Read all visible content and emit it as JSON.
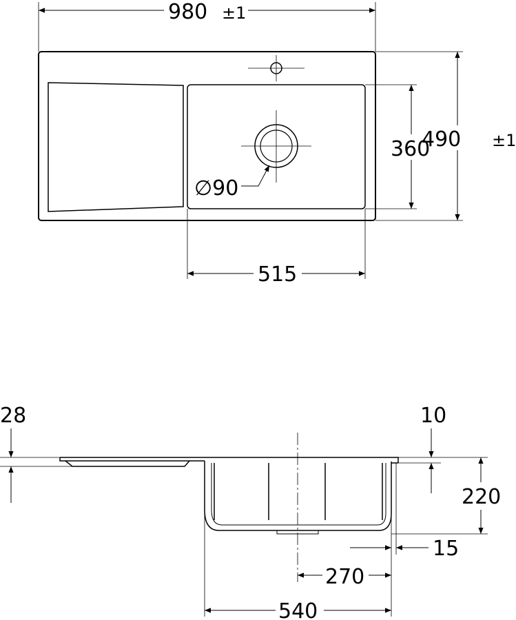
{
  "top_view": {
    "overall_width": "980",
    "overall_width_tol": "±1",
    "overall_depth": "490",
    "overall_depth_tol": "±1",
    "bowl_depth": "360",
    "bowl_width": "515",
    "drain_diameter": "∅90"
  },
  "side_view": {
    "rim_drop": "28",
    "rim_thickness": "10",
    "bowl_height": "220",
    "wall_offset": "15",
    "drain_offset": "270",
    "bowl_length": "540"
  }
}
